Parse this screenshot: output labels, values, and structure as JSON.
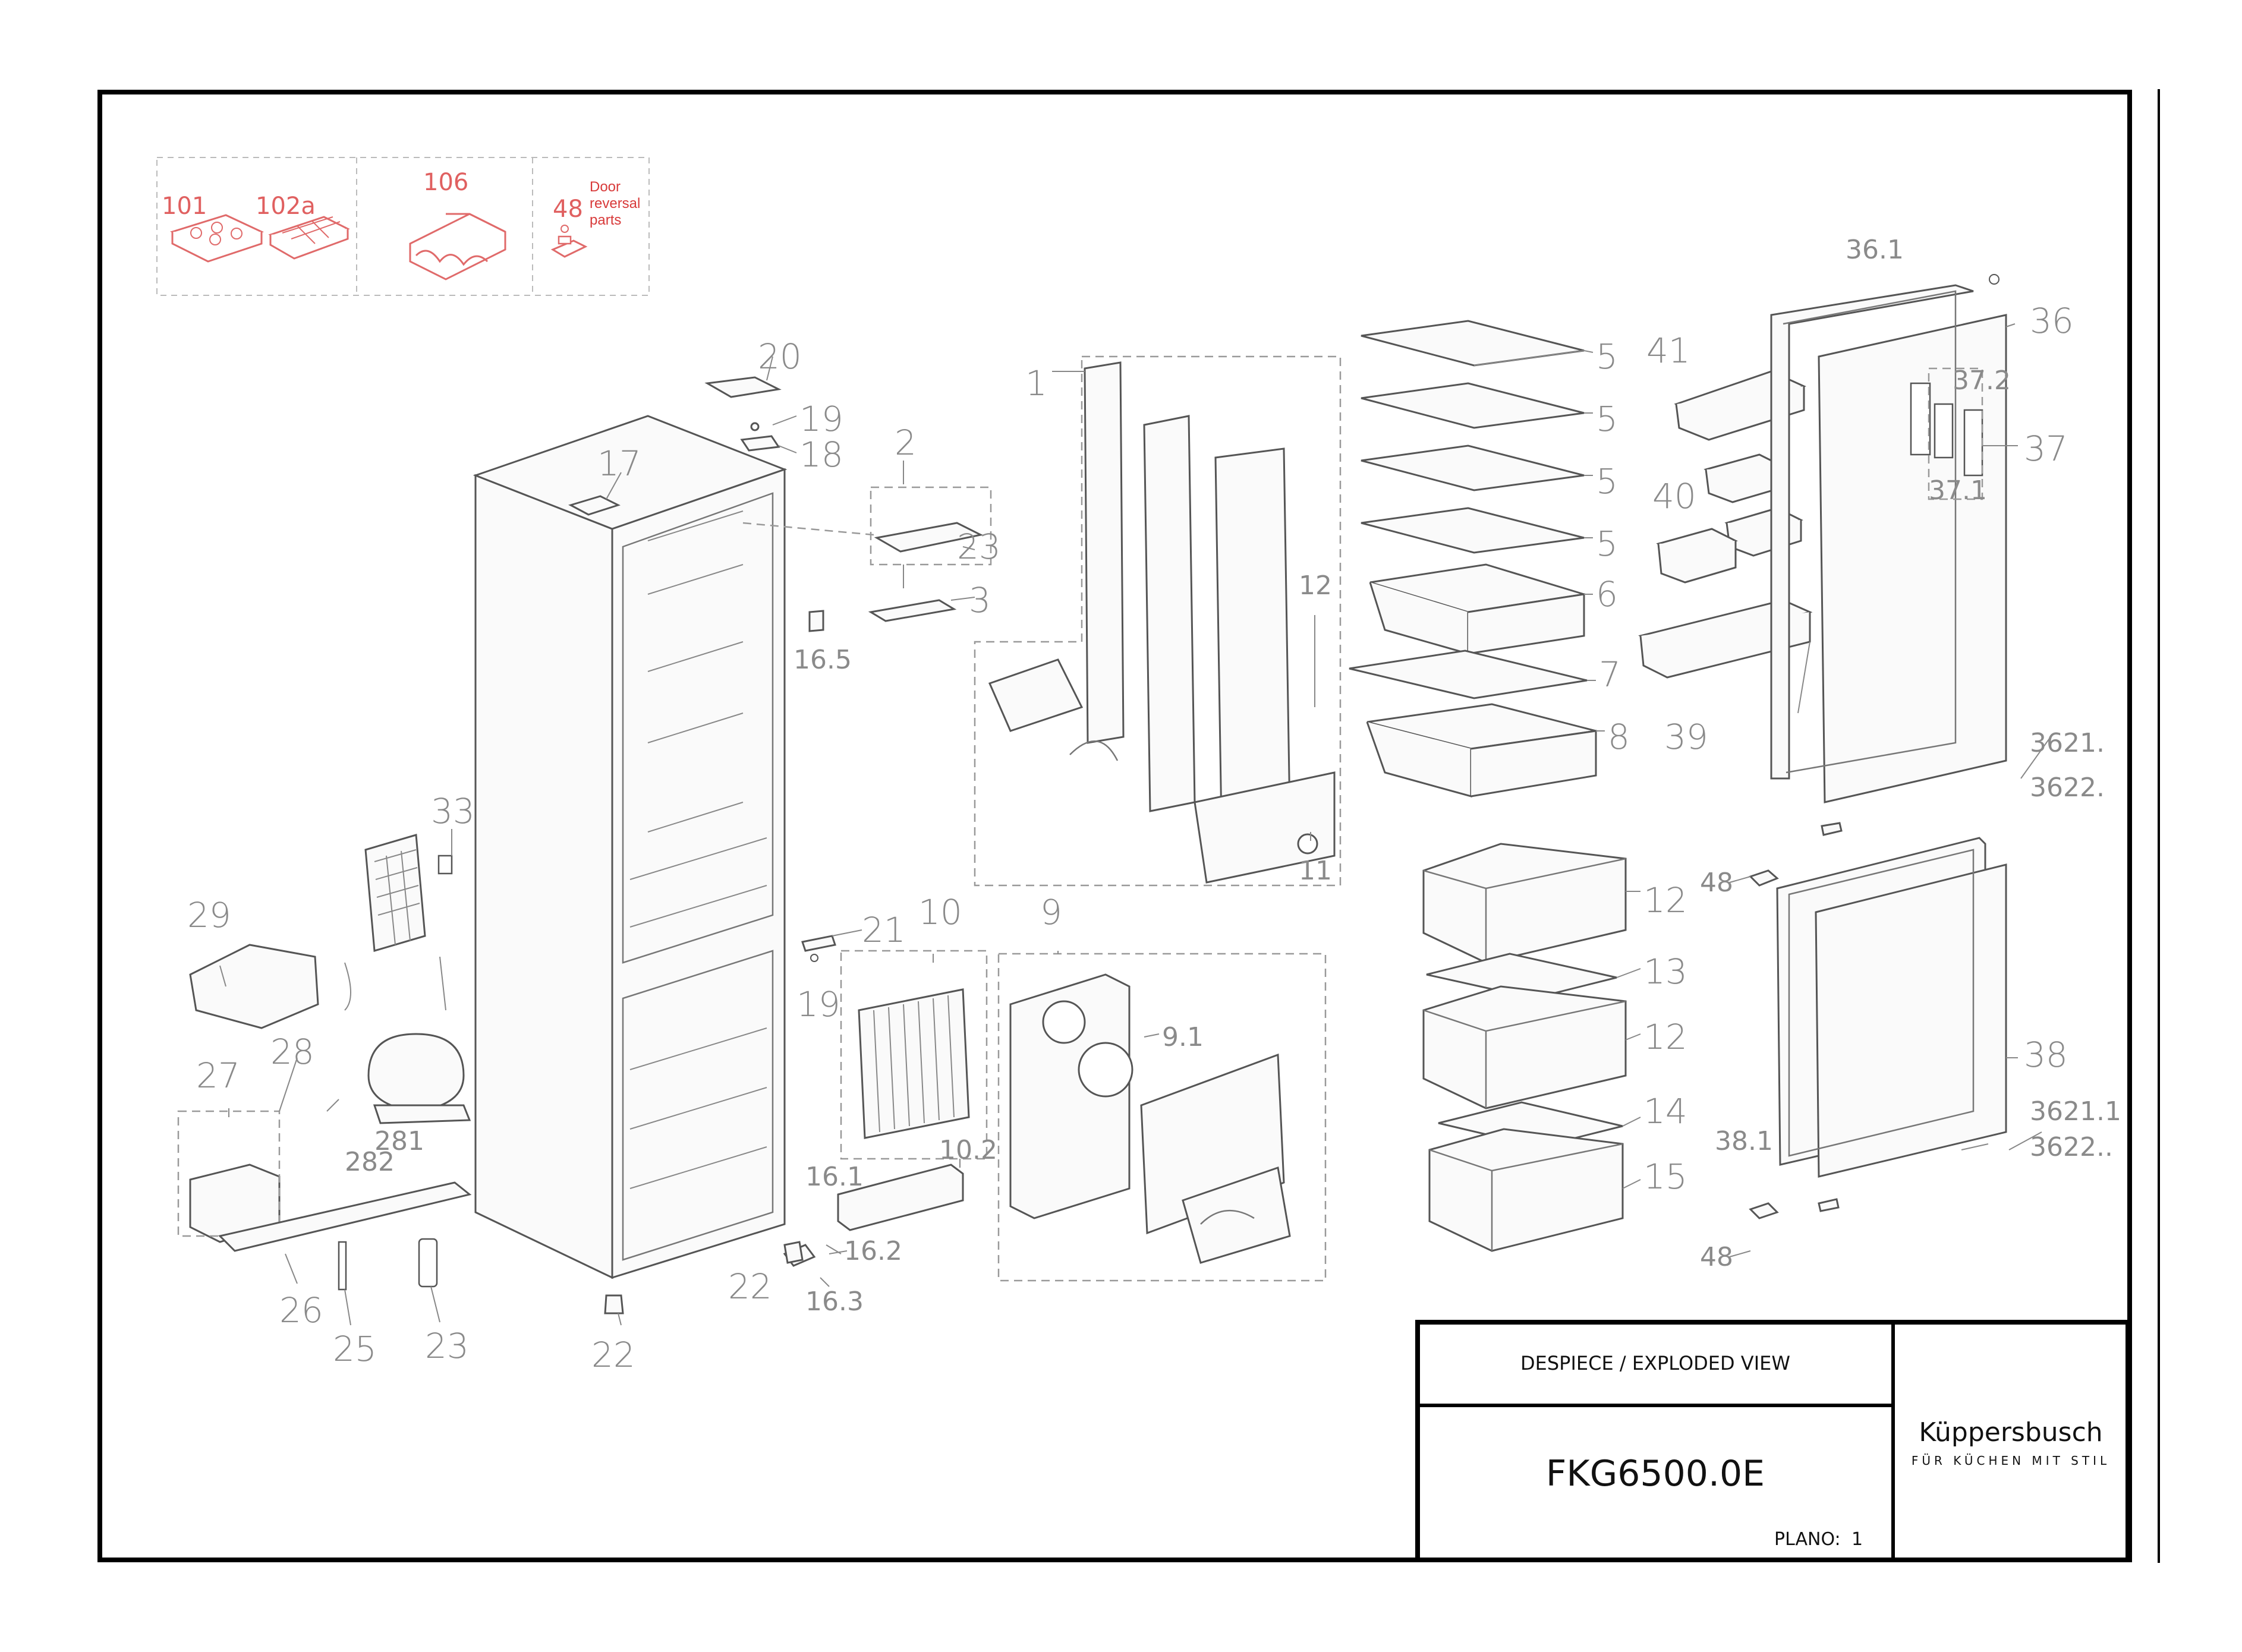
{
  "inset_labels": {
    "p101": "101",
    "p102a": "102a",
    "p106": "106",
    "p48": "48",
    "door_note": [
      "Door",
      "reversal",
      "parts"
    ]
  },
  "part_labels": {
    "p1": "1",
    "p2": "2",
    "p3": "3",
    "p23a": "23",
    "p5a": "5",
    "p5b": "5",
    "p5c": "5",
    "p5d": "5",
    "p6": "6",
    "p7": "7",
    "p8": "8",
    "p9": "9",
    "p9_1": "9.1",
    "p10": "10",
    "p10_2": "10.2",
    "p11": "11",
    "p12a": "12",
    "p12b": "12",
    "p12c": "12",
    "p13": "13",
    "p14": "14",
    "p15": "15",
    "p16_1": "16.1",
    "p16_2": "16.2",
    "p16_3": "16.3",
    "p16_5": "16.5",
    "p17": "17",
    "p18": "18",
    "p19a": "19",
    "p19b": "19",
    "p20": "20",
    "p21": "21",
    "p22a": "22",
    "p22b": "22",
    "p23b": "23",
    "p25": "25",
    "p26": "26",
    "p27": "27",
    "p28": "28",
    "p281": "281",
    "p282": "282",
    "p29": "29",
    "p33": "33",
    "p36": "36",
    "p36_1": "36.1",
    "p37": "37",
    "p37_1": "37.1",
    "p37_2": "37.2",
    "p38": "38",
    "p38_1": "38.1",
    "p39": "39",
    "p40": "40",
    "p41": "41",
    "p48a": "48",
    "p48b": "48",
    "p3621a": "3621.",
    "p3622a": "3622.",
    "p3621b": "3621.1",
    "p3622b": "3622.."
  },
  "title_block": {
    "title": "DESPIECE / EXPLODED VIEW",
    "model": "FKG6500.0E",
    "plano_label": "PLANO:",
    "plano_value": "1",
    "brand": "Küppersbusch",
    "tagline": "FÜR KÜCHEN MIT STIL"
  },
  "colors": {
    "frame": "#000000",
    "part_label": "#8a8a8a",
    "inset_red": "#e06060"
  }
}
